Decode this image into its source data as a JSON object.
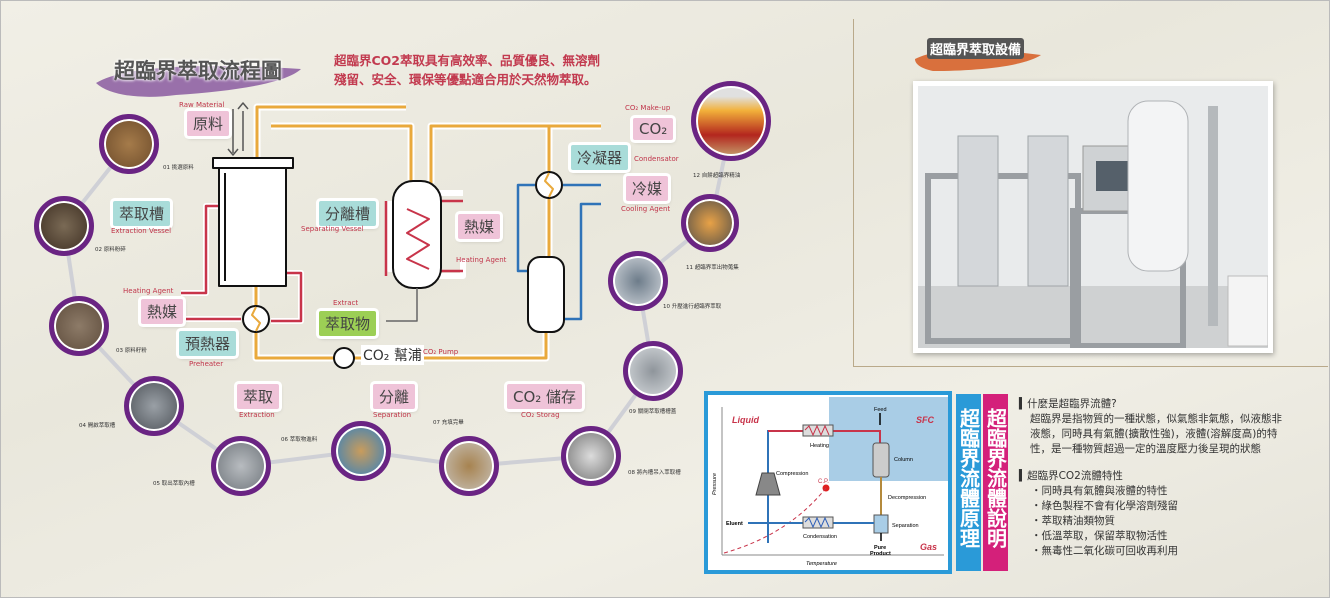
{
  "flow": {
    "title": "超臨界萃取流程圖",
    "intro_line1": "超臨界CO2萃取具有高效率、品質優良、無溶劑",
    "intro_line2": "殘留、安全、環保等優點適合用於天然物萃取。",
    "labels": {
      "raw_material_zh": "原料",
      "raw_material_en": "Raw Material",
      "extraction_vessel_zh": "萃取槽",
      "extraction_vessel_en": "Extraction Vessel",
      "heating_agent1_zh": "熱媒",
      "heating_agent1_en": "Heating Agent",
      "preheater_zh": "預熱器",
      "preheater_en": "Preheater",
      "separating_vessel_zh": "分離槽",
      "separating_vessel_en": "Separating Vessel",
      "heating_agent2_zh": "熱媒",
      "heating_agent2_en": "Heating Agent",
      "extract_zh": "萃取物",
      "extract_en": "Extract",
      "co2_zh": "CO₂",
      "co2_en": "CO₂ Make-up",
      "condenser_zh": "冷凝器",
      "condenser_en": "Condensator",
      "cooling_agent_zh": "冷媒",
      "cooling_agent_en": "Cooling Agent",
      "pump_zh": "CO₂ 幫浦",
      "pump_en": "CO₂ Pump",
      "extraction_zh": "萃取",
      "extraction_en": "Extraction",
      "separation_zh": "分離",
      "separation_en": "Separation",
      "storage_zh": "CO₂ 儲存",
      "storage_en": "CO₂ Storag"
    },
    "colors": {
      "co2_line": "#e9a93c",
      "heating_line": "#c8344a",
      "cooling_line": "#2f73b8",
      "photo_ring": "#6a2483"
    },
    "photos": [
      {
        "caption": "01 挑選原料"
      },
      {
        "caption": "02 原料粉碎"
      },
      {
        "caption": "03 原料籽粉"
      },
      {
        "caption": "04 開啟萃取槽"
      },
      {
        "caption": "05 取出萃取內槽"
      },
      {
        "caption": "06 萃取物進料"
      },
      {
        "caption": "07 充填完畢"
      },
      {
        "caption": "08 將內槽吊入萃取槽"
      },
      {
        "caption": "09 關閉萃取槽槽蓋"
      },
      {
        "caption": "10 升壓進行超臨界萃取"
      },
      {
        "caption": "11 超臨界萃出物蒐集"
      },
      {
        "caption": "12 自餅超臨界精油"
      }
    ]
  },
  "equipment": {
    "title": "超臨界萃取設備"
  },
  "principle": {
    "banner_principle": "超臨界流體原理",
    "banner_description": "超臨界流體說明",
    "diagram": {
      "liquid": "Liquid",
      "sfc": "SFC",
      "gas": "Gas",
      "feed": "Feed",
      "heating": "Heating",
      "column": "Column",
      "compression": "Compression",
      "cp": "C.P.",
      "decompression": "Decompression",
      "eluent": "Eluent",
      "condensation": "Condensation",
      "separation": "Separation",
      "pure_product_1": "Pure",
      "pure_product_2": "Product",
      "x_axis": "Temperature",
      "y_axis": "Pressure"
    },
    "q1_title": "什麼是超臨界流體?",
    "q1_lines": [
      "超臨界是指物質的一種狀態，似氣態非氣態，似液態非",
      "液態，同時具有氣體(擴散性強)，液體(溶解度高)的特",
      "性，是一種物質超過一定的溫度壓力後呈現的狀態"
    ],
    "q2_title": "超臨界CO2流體特性",
    "q2_items": [
      "・同時具有氣體與液體的特性",
      "・綠色製程不會有化學溶劑殘留",
      "・萃取精油類物質",
      "・低溫萃取，保留萃取物活性",
      "・無毒性二氧化碳可回收再利用"
    ]
  }
}
